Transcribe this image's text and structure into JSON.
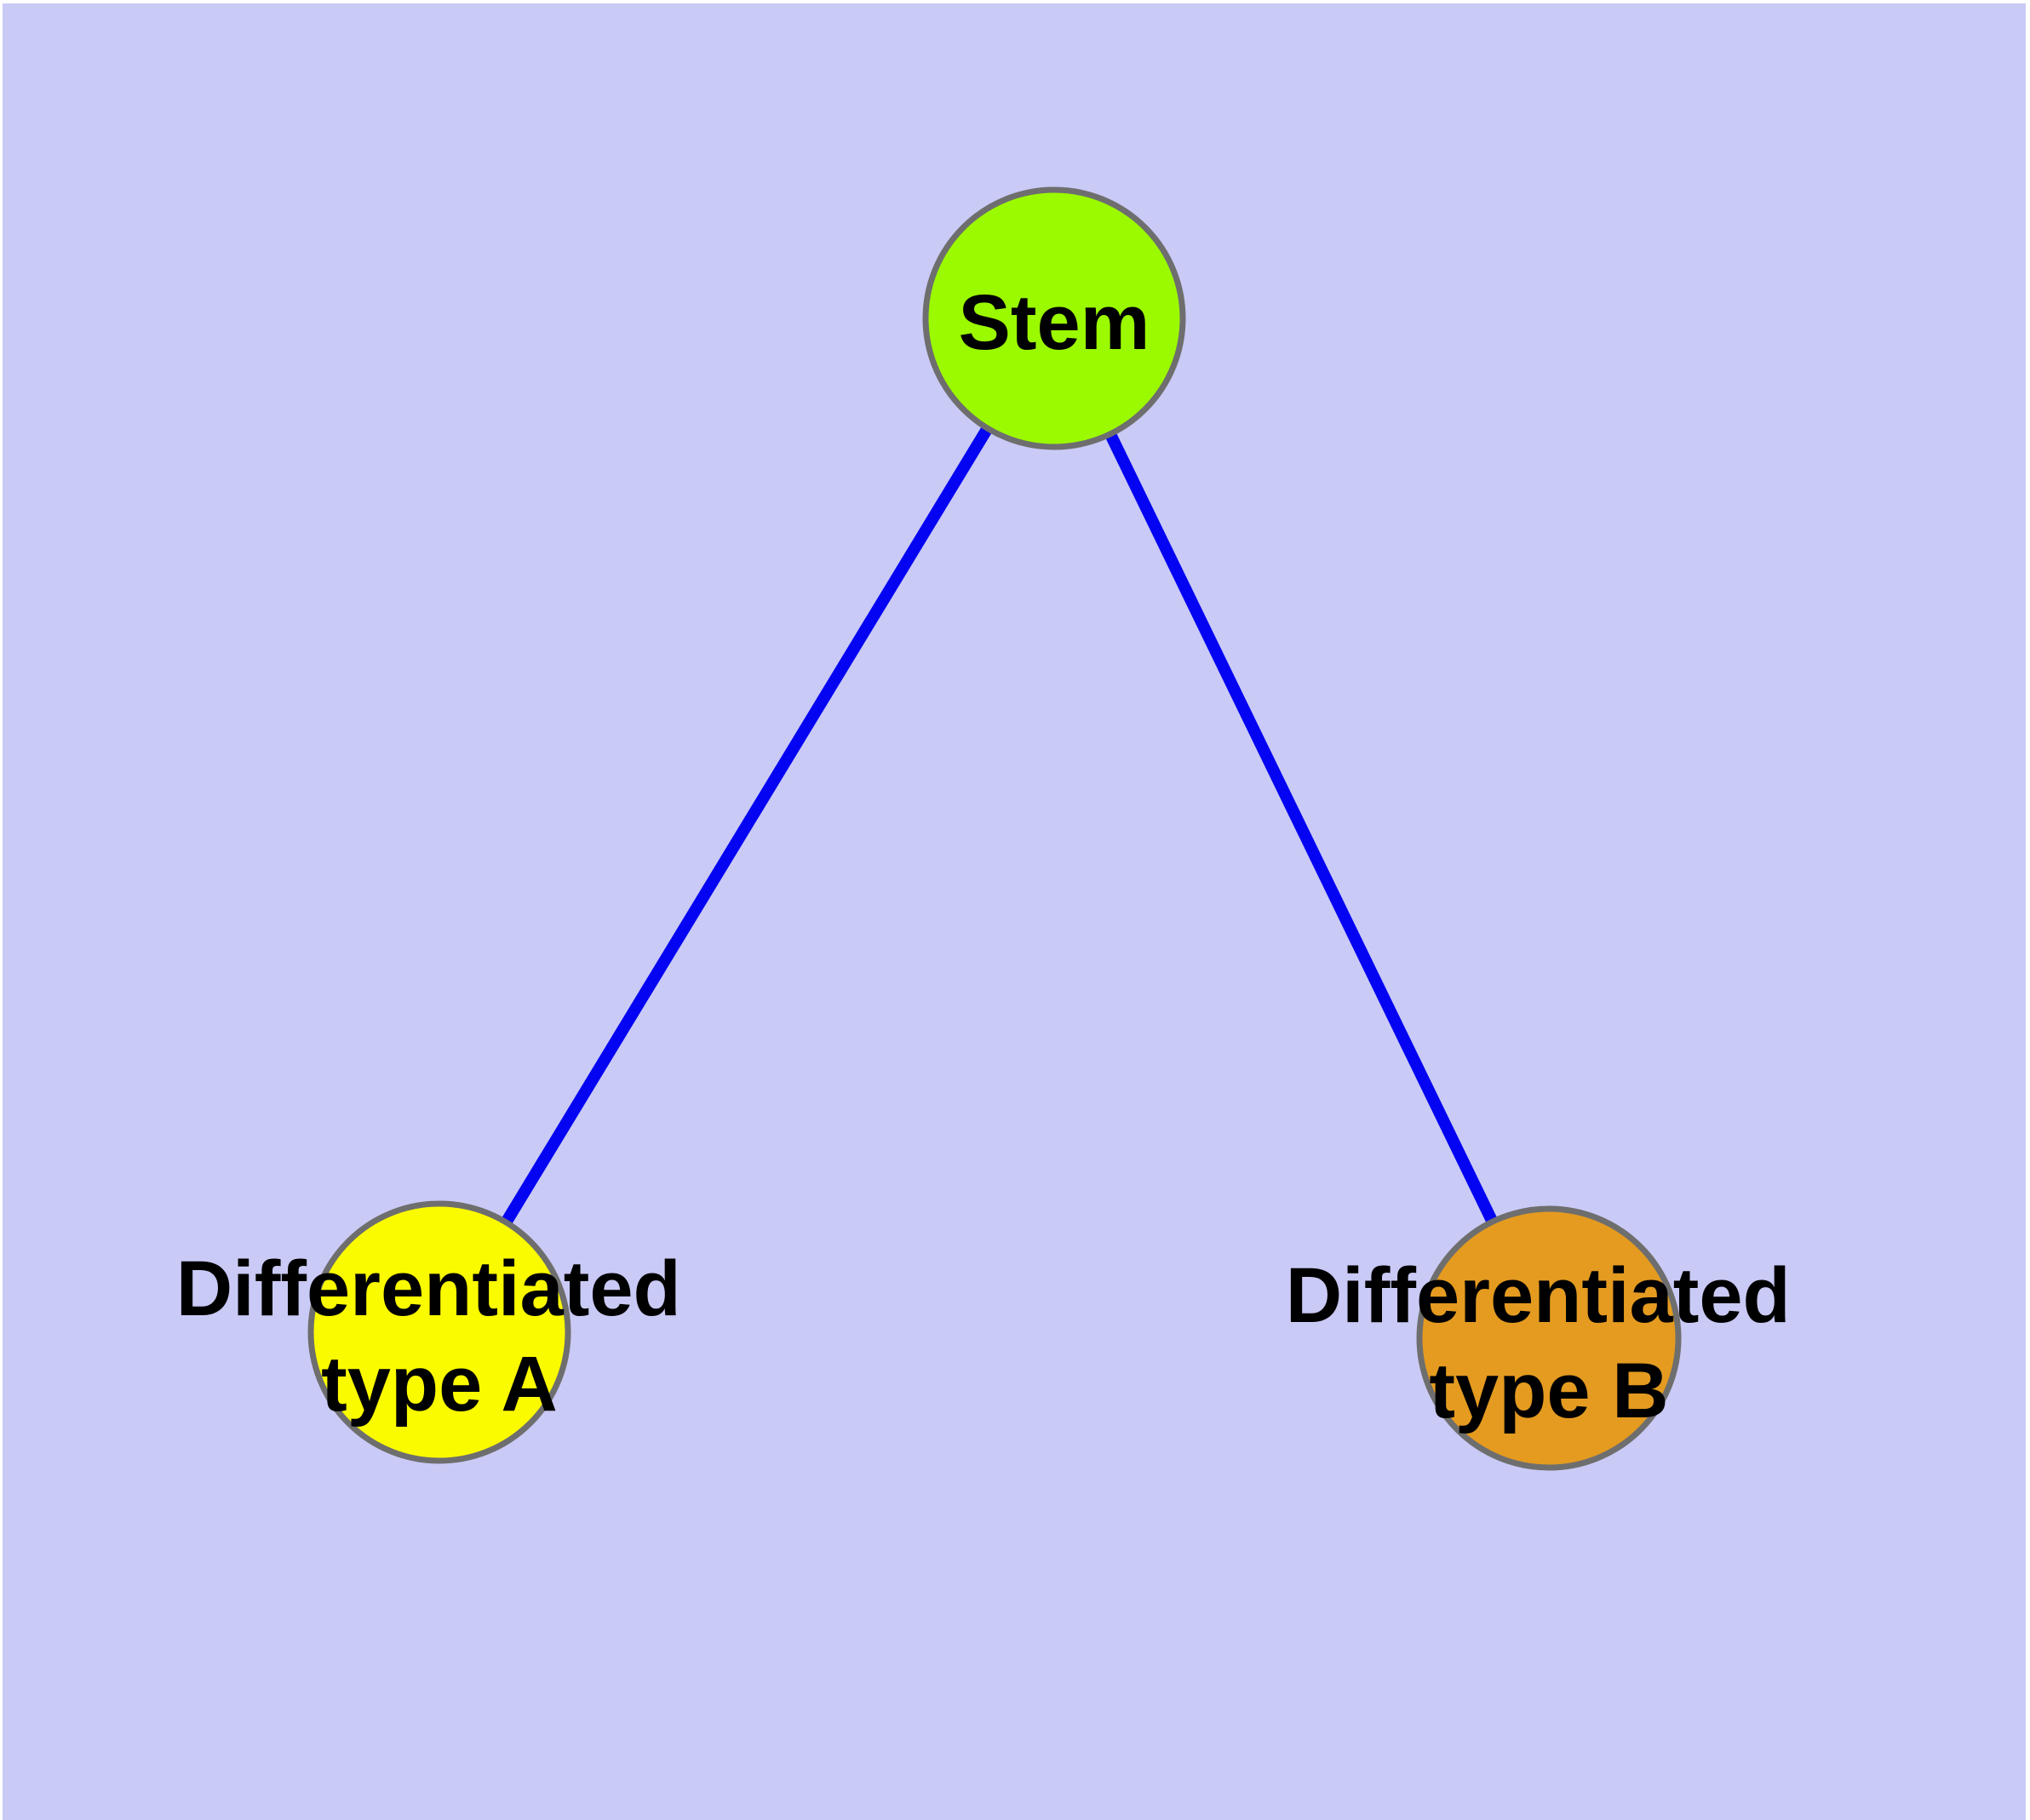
{
  "diagram": {
    "background_color": "#cacaf6",
    "frame_color": "#ffffff",
    "edge_color": "#0404f2",
    "node_border_color": "#6e6e6e",
    "text_color": "#000000",
    "nodes": {
      "stem": {
        "label": "Stem",
        "fill": "#9bfa00"
      },
      "type_a": {
        "label_line1": "Differentiated",
        "label_line2": "type A",
        "fill": "#fbfb00"
      },
      "type_b": {
        "label_line1": "Differentiated",
        "label_line2": "type B",
        "fill": "#e49b20"
      }
    },
    "edges": [
      {
        "from": "Stem",
        "to": "Differentiated type A"
      },
      {
        "from": "Stem",
        "to": "Differentiated type B"
      }
    ]
  }
}
